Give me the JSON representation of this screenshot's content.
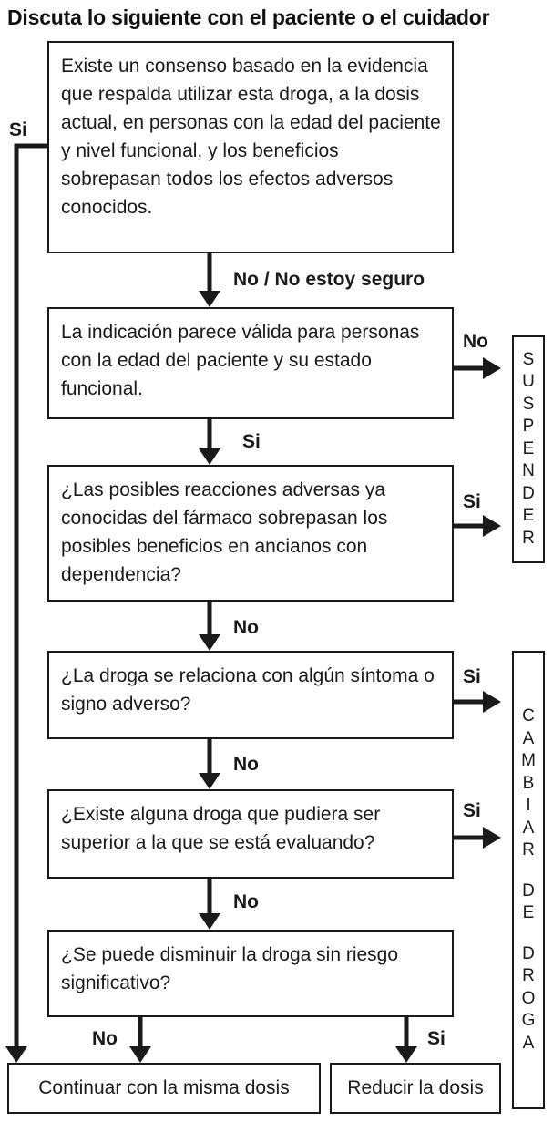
{
  "diagram": {
    "title": "Discuta lo siguiente con el paciente o el cuidador",
    "questions": [
      "Existe un consenso basado en la evidencia que respalda utilizar esta droga, a la dosis actual, en personas con la edad del paciente y nivel funcional, y los beneficios sobrepasan todos los efectos adversos conocidos.",
      "La indicación parece válida para personas con la edad del paciente y su estado funcional.",
      "¿Las posibles reacciones adversas ya conocidas del fármaco sobrepasan los posibles beneficios en ancianos con dependencia?",
      "¿La droga se relaciona con algún síntoma o signo adverso?",
      "¿Existe alguna droga que pudiera ser superior a la que se está evaluando?",
      "¿Se puede disminuir la droga sin riesgo significativo?"
    ],
    "outcomes": {
      "suspender": "SUSPENDER",
      "cambiar": "CAMBIAR DE DROGA",
      "continuar": "Continuar con la misma dosis",
      "reducir": "Reducir la dosis"
    },
    "labels": {
      "si_left": "Si",
      "no_seguro": "No / No estoy seguro",
      "no_q2": "No",
      "si_q2": "Si",
      "si_q3": "Si",
      "no_q3": "No",
      "si_q4": "Si",
      "no_q4": "No",
      "si_q5": "Si",
      "no_q5": "No",
      "no_q6": "No",
      "si_q6": "Si"
    }
  }
}
